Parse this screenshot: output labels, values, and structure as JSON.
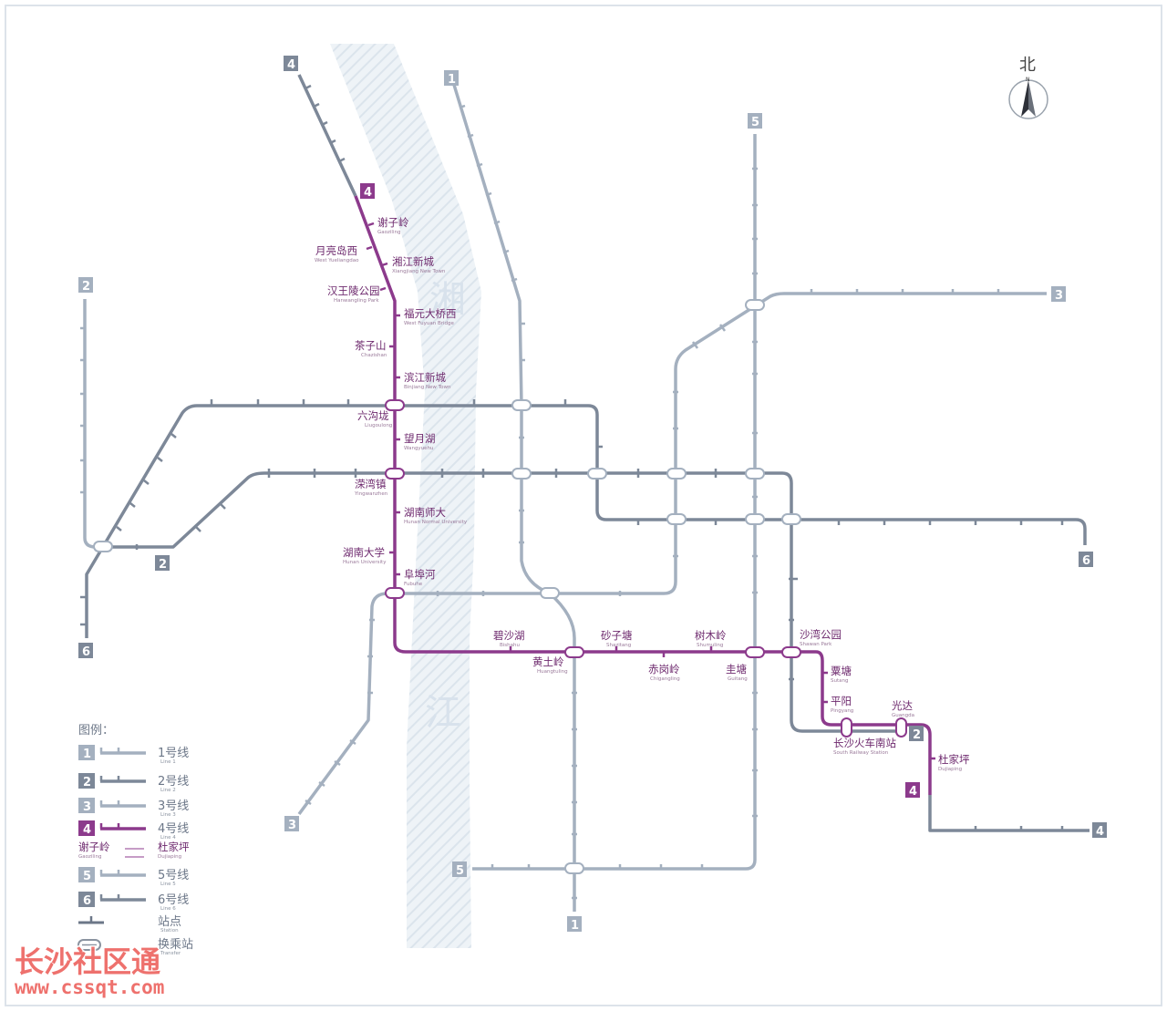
{
  "colors": {
    "line1": "#a4b0bf",
    "line2": "#7d8898",
    "line3": "#a4b0bf",
    "line4": "#8c3a8c",
    "line4_dark": "#7d8898",
    "line5": "#a4b0bf",
    "line6": "#7d8898",
    "river": "#e6edf3",
    "accent_text": "#6e2a6e"
  },
  "north": {
    "label": "北",
    "letter": "N",
    "icon": "north-arrow-icon"
  },
  "river_labels": [
    "湘",
    "江"
  ],
  "line_badges": [
    {
      "line": "1",
      "label": "1"
    },
    {
      "line": "1",
      "label": "1"
    },
    {
      "line": "2",
      "label": "2"
    },
    {
      "line": "2",
      "label": "2"
    },
    {
      "line": "2",
      "label": "2"
    },
    {
      "line": "3",
      "label": "3"
    },
    {
      "line": "3",
      "label": "3"
    },
    {
      "line": "4",
      "label": "4"
    },
    {
      "line": "4",
      "label": "4"
    },
    {
      "line": "4",
      "label": "4"
    },
    {
      "line": "4",
      "label": "4"
    },
    {
      "line": "5",
      "label": "5"
    },
    {
      "line": "5",
      "label": "5"
    },
    {
      "line": "6",
      "label": "6"
    },
    {
      "line": "6",
      "label": "6"
    }
  ],
  "line4_stations": [
    {
      "zh": "谢子岭",
      "en": "Gaoziling"
    },
    {
      "zh": "月亮岛西",
      "en": "West Yueliangdao"
    },
    {
      "zh": "湘江新城",
      "en": "Xiangjiang New Town"
    },
    {
      "zh": "汉王陵公园",
      "en": "Hanwangling Park"
    },
    {
      "zh": "福元大桥西",
      "en": "West Fuyuan Bridge"
    },
    {
      "zh": "茶子山",
      "en": "Chazishan"
    },
    {
      "zh": "滨江新城",
      "en": "Binjiang New Town"
    },
    {
      "zh": "六沟垅",
      "en": "Liugoulong"
    },
    {
      "zh": "望月湖",
      "en": "Wangyuehu"
    },
    {
      "zh": "溁湾镇",
      "en": "Yingwanzhen"
    },
    {
      "zh": "湖南师大",
      "en": "Hunan Normal University"
    },
    {
      "zh": "湖南大学",
      "en": "Hunan University"
    },
    {
      "zh": "阜埠河",
      "en": "Fubuhe"
    },
    {
      "zh": "碧沙湖",
      "en": "Bishahu"
    },
    {
      "zh": "黄土岭",
      "en": "Huangtuling"
    },
    {
      "zh": "砂子塘",
      "en": "Shazitang"
    },
    {
      "zh": "赤岗岭",
      "en": "Chigangling"
    },
    {
      "zh": "树木岭",
      "en": "Shumuling"
    },
    {
      "zh": "圭塘",
      "en": "Guitang"
    },
    {
      "zh": "沙湾公园",
      "en": "Shawan Park"
    },
    {
      "zh": "粟塘",
      "en": "Sutang"
    },
    {
      "zh": "平阳",
      "en": "Pingyang"
    },
    {
      "zh": "光达",
      "en": "Guangda"
    },
    {
      "zh": "长沙火车南站",
      "en": "South Railway Station"
    },
    {
      "zh": "杜家坪",
      "en": "Dujiaping"
    }
  ],
  "legend": {
    "title": "图例：",
    "items": [
      {
        "badge": "1",
        "zh": "1号线",
        "en": "Line 1"
      },
      {
        "badge": "2",
        "zh": "2号线",
        "en": "Line 2"
      },
      {
        "badge": "3",
        "zh": "3号线",
        "en": "Line 3"
      },
      {
        "badge": "4",
        "zh": "4号线",
        "en": "Line 4"
      },
      {
        "badge": "5",
        "zh": "5号线",
        "en": "Line 5"
      },
      {
        "badge": "6",
        "zh": "6号线",
        "en": "Line 6"
      }
    ],
    "line4_from": {
      "zh": "谢子岭",
      "en": "Gaoziling"
    },
    "line4_to": {
      "zh": "杜家坪",
      "en": "Dujiaping"
    },
    "station": {
      "zh": "站点",
      "en": "Station"
    },
    "transfer": {
      "zh": "换乘站",
      "en": "Transfer"
    }
  },
  "watermark": {
    "title": "长沙社区通",
    "url": "www.cssqt.com"
  }
}
